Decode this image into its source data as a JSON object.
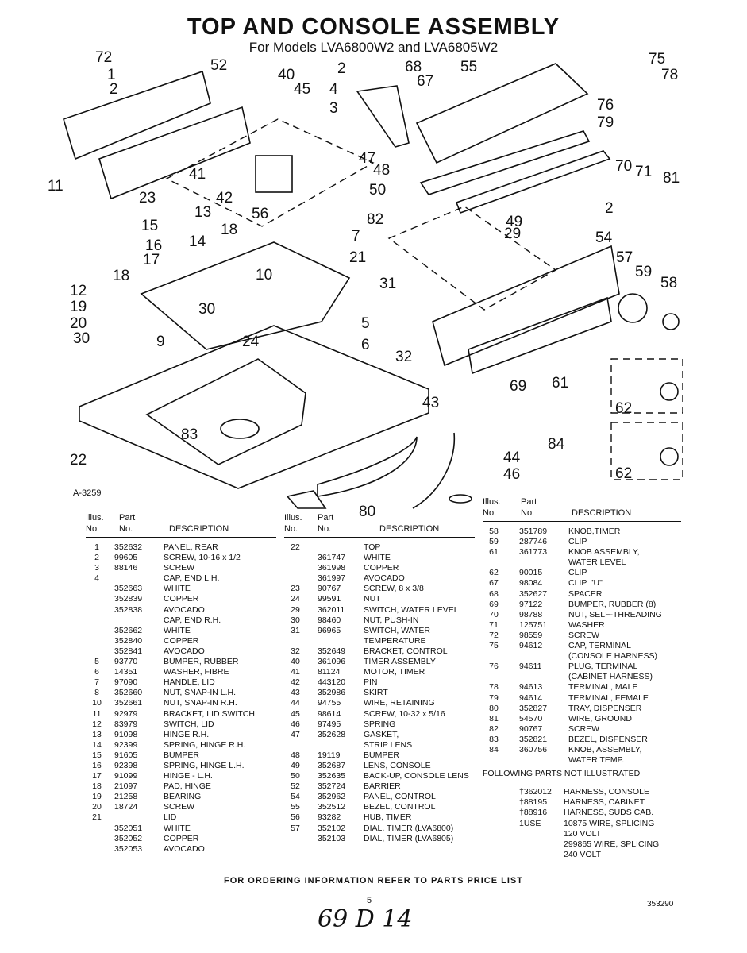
{
  "title": "TOP AND CONSOLE ASSEMBLY",
  "subtitle": "For Models LVA6800W2 and LVA6805W2",
  "drawing_code": "A-3259",
  "callouts": [
    "72",
    "1",
    "2",
    "52",
    "40",
    "45",
    "2",
    "68",
    "67",
    "55",
    "75",
    "78",
    "76",
    "79",
    "4",
    "3",
    "47",
    "48",
    "50",
    "41",
    "42",
    "56",
    "70",
    "71",
    "81",
    "2",
    "11",
    "23",
    "13",
    "15",
    "18",
    "16",
    "14",
    "17",
    "82",
    "29",
    "7",
    "21",
    "49",
    "54",
    "57",
    "59",
    "58",
    "12",
    "18",
    "19",
    "20",
    "30",
    "10",
    "30",
    "31",
    "5",
    "6",
    "24",
    "9",
    "32",
    "69",
    "61",
    "62",
    "43",
    "83",
    "84",
    "62",
    "22",
    "44",
    "46",
    "80"
  ],
  "table_headers": {
    "illus": "Illus.",
    "no": "No.",
    "part": "Part",
    "pno": "No.",
    "desc": "DESCRIPTION"
  },
  "table1": [
    [
      "1",
      "352632",
      "PANEL, REAR"
    ],
    [
      "2",
      "99605",
      "SCREW, 10-16 x 1/2"
    ],
    [
      "3",
      "88146",
      "SCREW"
    ],
    [
      "4",
      "",
      "CAP, END L.H."
    ],
    [
      "",
      "352663",
      "WHITE"
    ],
    [
      "",
      "352839",
      "COPPER"
    ],
    [
      "",
      "352838",
      "AVOCADO"
    ],
    [
      "",
      "",
      "CAP, END R.H."
    ],
    [
      "",
      "352662",
      "WHITE"
    ],
    [
      "",
      "352840",
      "COPPER"
    ],
    [
      "",
      "352841",
      "AVOCADO"
    ],
    [
      "5",
      "93770",
      "BUMPER, RUBBER"
    ],
    [
      "6",
      "14351",
      "WASHER, FIBRE"
    ],
    [
      "7",
      "97090",
      "HANDLE, LID"
    ],
    [
      "8",
      "352660",
      "NUT, SNAP-IN L.H."
    ],
    [
      "10",
      "352661",
      "NUT, SNAP-IN R.H."
    ],
    [
      "11",
      "92979",
      "BRACKET, LID SWITCH"
    ],
    [
      "12",
      "83979",
      "SWITCH, LID"
    ],
    [
      "13",
      "91098",
      "HINGE R.H."
    ],
    [
      "14",
      "92399",
      "SPRING, HINGE R.H."
    ],
    [
      "15",
      "91605",
      "BUMPER"
    ],
    [
      "16",
      "92398",
      "SPRING, HINGE L.H."
    ],
    [
      "17",
      "91099",
      "HINGE - L.H."
    ],
    [
      "18",
      "21097",
      "PAD, HINGE"
    ],
    [
      "19",
      "21258",
      "BEARING"
    ],
    [
      "20",
      "18724",
      "SCREW"
    ],
    [
      "21",
      "",
      "LID"
    ],
    [
      "",
      "352051",
      "WHITE"
    ],
    [
      "",
      "352052",
      "COPPER"
    ],
    [
      "",
      "352053",
      "AVOCADO"
    ]
  ],
  "table2": [
    [
      "22",
      "",
      "TOP"
    ],
    [
      "",
      "361747",
      "WHITE"
    ],
    [
      "",
      "361998",
      "COPPER"
    ],
    [
      "",
      "361997",
      "AVOCADO"
    ],
    [
      "23",
      "90767",
      "SCREW, 8 x 3/8"
    ],
    [
      "24",
      "99591",
      "NUT"
    ],
    [
      "29",
      "362011",
      "SWITCH, WATER LEVEL"
    ],
    [
      "30",
      "98460",
      "NUT, PUSH-IN"
    ],
    [
      "31",
      "96965",
      "SWITCH, WATER"
    ],
    [
      "",
      "",
      "TEMPERATURE"
    ],
    [
      "32",
      "352649",
      "BRACKET, CONTROL"
    ],
    [
      "40",
      "361096",
      "TIMER ASSEMBLY"
    ],
    [
      "41",
      "81124",
      "MOTOR, TIMER"
    ],
    [
      "42",
      "443120",
      "PIN"
    ],
    [
      "43",
      "352986",
      "SKIRT"
    ],
    [
      "44",
      "94755",
      "WIRE, RETAINING"
    ],
    [
      "45",
      "98614",
      "SCREW, 10-32 x 5/16"
    ],
    [
      "46",
      "97495",
      "SPRING"
    ],
    [
      "47",
      "352628",
      "GASKET,"
    ],
    [
      "",
      "",
      "STRIP LENS"
    ],
    [
      "48",
      "19119",
      "BUMPER"
    ],
    [
      "49",
      "352687",
      "LENS, CONSOLE"
    ],
    [
      "50",
      "352635",
      "BACK-UP, CONSOLE LENS"
    ],
    [
      "52",
      "352724",
      "BARRIER"
    ],
    [
      "54",
      "352962",
      "PANEL, CONTROL"
    ],
    [
      "55",
      "352512",
      "BEZEL, CONTROL"
    ],
    [
      "56",
      "93282",
      "HUB, TIMER"
    ],
    [
      "57",
      "352102",
      "DIAL, TIMER (LVA6800)"
    ],
    [
      "",
      "352103",
      "DIAL, TIMER (LVA6805)"
    ]
  ],
  "table3": [
    [
      "58",
      "351789",
      "KNOB,TIMER"
    ],
    [
      "59",
      "287746",
      "CLIP"
    ],
    [
      "61",
      "361773",
      "KNOB ASSEMBLY,"
    ],
    [
      "",
      "",
      "WATER LEVEL"
    ],
    [
      "62",
      "90015",
      "CLIP"
    ],
    [
      "67",
      "98084",
      "CLIP, \"U\""
    ],
    [
      "68",
      "352627",
      "SPACER"
    ],
    [
      "69",
      "97122",
      "BUMPER, RUBBER (8)"
    ],
    [
      "70",
      "98788",
      "NUT, SELF-THREADING"
    ],
    [
      "71",
      "125751",
      "WASHER"
    ],
    [
      "72",
      "98559",
      "SCREW"
    ],
    [
      "75",
      "94612",
      "CAP, TERMINAL"
    ],
    [
      "",
      "",
      "(CONSOLE HARNESS)"
    ],
    [
      "76",
      "94611",
      "PLUG, TERMINAL"
    ],
    [
      "",
      "",
      "(CABINET HARNESS)"
    ],
    [
      "78",
      "94613",
      "TERMINAL, MALE"
    ],
    [
      "79",
      "94614",
      "TERMINAL, FEMALE"
    ],
    [
      "80",
      "352827",
      "TRAY, DISPENSER"
    ],
    [
      "81",
      "54570",
      "WIRE, GROUND"
    ],
    [
      "82",
      "90767",
      "SCREW"
    ],
    [
      "83",
      "352821",
      "BEZEL, DISPENSER"
    ],
    [
      "84",
      "360756",
      "KNOB, ASSEMBLY,"
    ],
    [
      "",
      "",
      "WATER TEMP."
    ]
  ],
  "not_illustrated_title": "FOLLOWING PARTS NOT ILLUSTRATED",
  "not_illustrated": [
    [
      "",
      "†362012",
      "HARNESS, CONSOLE"
    ],
    [
      "",
      "†88195",
      "HARNESS, CABINET"
    ],
    [
      "",
      "†88916",
      "HARNESS, SUDS CAB."
    ],
    [
      "",
      "1USE",
      "10875 WIRE, SPLICING"
    ],
    [
      "",
      "",
      "120 VOLT"
    ],
    [
      "",
      "",
      "299865 WIRE, SPLICING"
    ],
    [
      "",
      "",
      "240 VOLT"
    ]
  ],
  "footer": "FOR ORDERING INFORMATION REFER TO PARTS PRICE LIST",
  "page_number": "5",
  "doc_number": "353290",
  "handwritten_note": "69 D 14"
}
